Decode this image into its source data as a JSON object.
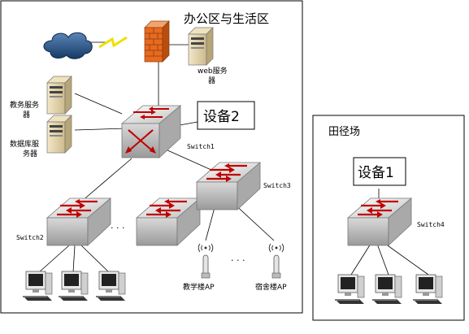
{
  "left_zone": {
    "title": "办公区与生活区"
  },
  "right_zone": {
    "title": "田径场"
  },
  "devices": {
    "device2": "设备2",
    "device1": "设备1"
  },
  "switches": {
    "s1": "Switch1",
    "s2": "Switch2",
    "s3": "Switch3",
    "s4": "Switch4"
  },
  "servers": {
    "web_line1": "web服务",
    "web_line2": "器",
    "edu_line1": "教务服务",
    "edu_line2": "器",
    "db_line1": "数据库服",
    "db_line2": "务器"
  },
  "aps": {
    "teach": "教学楼AP",
    "dorm": "宿舍楼AP"
  },
  "ellipsis": {
    "switches": "· · ·",
    "aps": "· · ·"
  },
  "icons": [
    "cloud-icon",
    "lightning-icon",
    "firewall-icon",
    "server-icon",
    "switch-icon",
    "access-point-icon",
    "computer-icon"
  ]
}
